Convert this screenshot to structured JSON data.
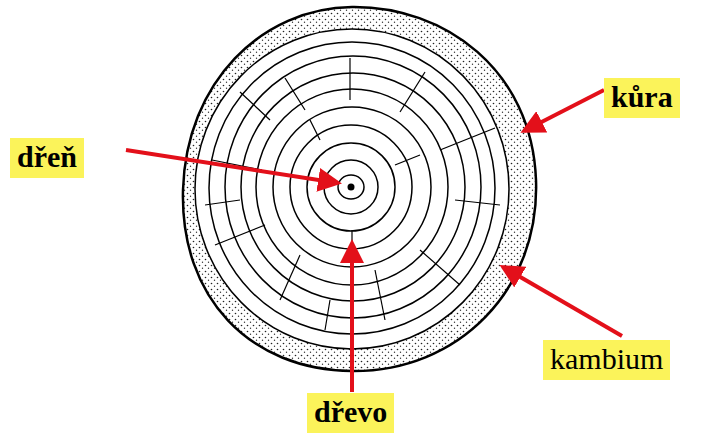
{
  "diagram": {
    "nodes": [
      {
        "text": [
          "kůra"
        ]
      },
      {
        "text": [
          "dřeň"
        ]
      },
      {
        "text": [
          "kambium"
        ]
      },
      {
        "text": [
          "dřevo"
        ]
      }
    ]
  }
}
